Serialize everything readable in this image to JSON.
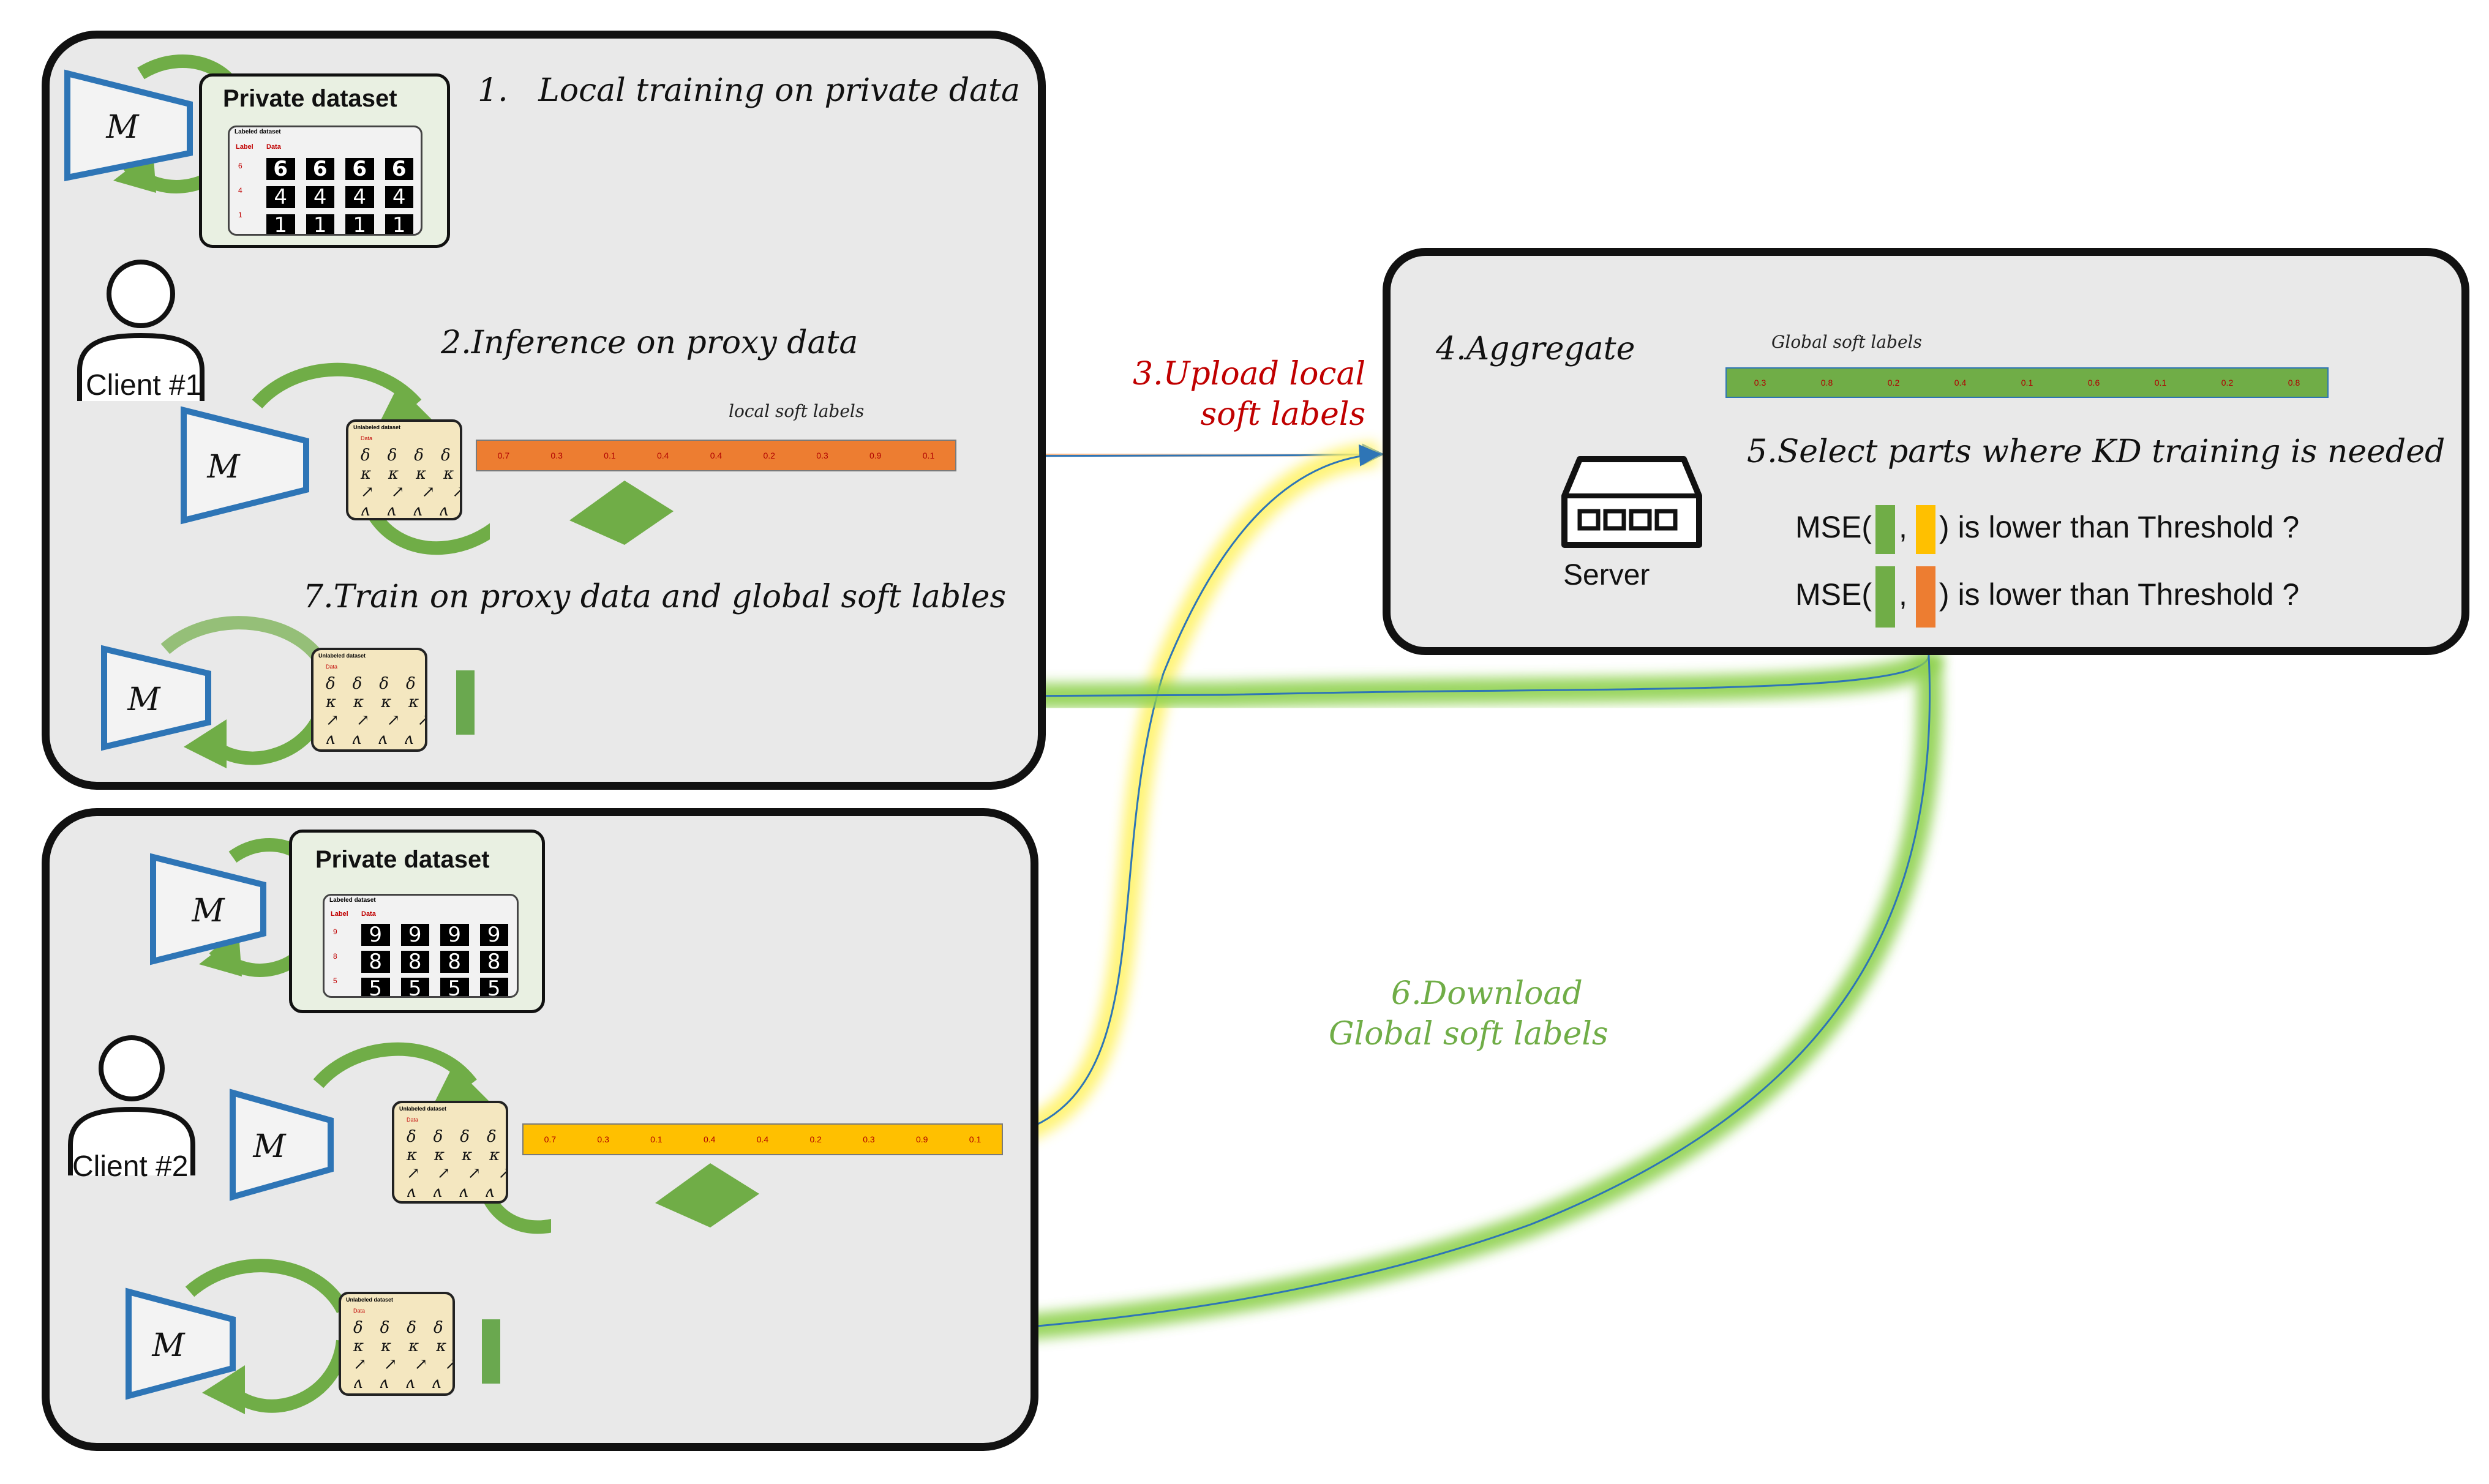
{
  "colors": {
    "orange": "#ed7d31",
    "yellow": "#ffc000",
    "green": "#70ad47",
    "upload_text": "#c00000",
    "download_text": "#70ad47",
    "model_border": "#2e75b6"
  },
  "model_label": "M",
  "client1": {
    "label": "Client #1",
    "private_dataset_title": "Private dataset",
    "labeled_dataset_caption": "Labeled dataset",
    "col_label": "Label",
    "col_data": "Data",
    "row_labels": [
      "6",
      "4",
      "1"
    ],
    "local_soft_labels_caption": "local soft labels",
    "local_soft_label_values": [
      "0.7",
      "0.3",
      "0.1",
      "0.4",
      "0.4",
      "0.2",
      "0.3",
      "0.9",
      "0.1"
    ]
  },
  "client2": {
    "label": "Client  #2",
    "private_dataset_title": "Private dataset",
    "labeled_dataset_caption": "Labeled dataset",
    "col_label": "Label",
    "col_data": "Data",
    "row_labels": [
      "9",
      "8",
      "5"
    ],
    "local_soft_label_values": [
      "0.7",
      "0.3",
      "0.1",
      "0.4",
      "0.4",
      "0.2",
      "0.3",
      "0.9",
      "0.1"
    ]
  },
  "proxy": {
    "unlabeled_caption": "Unlabeled dataset",
    "col_data": "Data"
  },
  "steps": {
    "s1_num": "1.",
    "s1_text": "Local training on private data",
    "s2_num": "2.",
    "s2_text": "Inference on proxy data",
    "s3_num": "3.",
    "s3_text_line1": "Upload local",
    "s3_text_line2": "soft labels",
    "s4_num": "4.",
    "s4_text": "Aggregate",
    "s5_num": "5.",
    "s5_text": "Select parts where KD training is needed",
    "s6_num": "6.",
    "s6_text_line1": "Download",
    "s6_text_line2": "Global soft labels",
    "s7_num": "7.",
    "s7_text": "Train on proxy data and global soft lables"
  },
  "server": {
    "label": "Server",
    "global_soft_labels_caption": "Global soft labels",
    "global_soft_label_values": [
      "0.3",
      "0.8",
      "0.2",
      "0.4",
      "0.1",
      "0.6",
      "0.1",
      "0.2",
      "0.8"
    ],
    "mse_prefix": "MSE(",
    "mse_comma": ",",
    "mse_suffix": ") is lower than Threshold ?"
  }
}
